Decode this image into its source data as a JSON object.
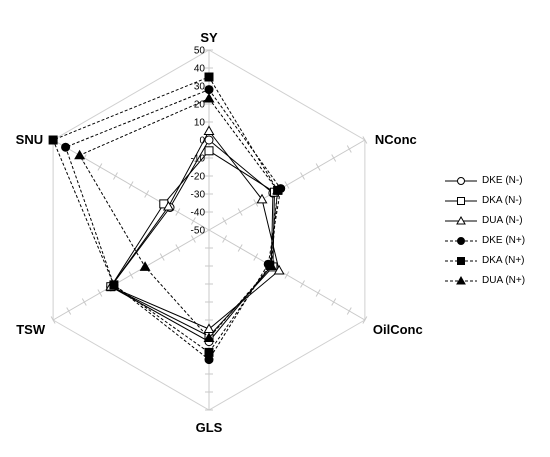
{
  "chart_data": {
    "type": "radar",
    "axes": [
      "SY",
      "NConc",
      "OilConc",
      "GLS",
      "TSW",
      "SNU"
    ],
    "rlim": [
      -50,
      50
    ],
    "ticks": [
      -50,
      -40,
      -30,
      -20,
      -10,
      0,
      10,
      20,
      30,
      40,
      50
    ],
    "grid": true,
    "legend_position": "right",
    "series": [
      {
        "name": "DKE (N-)",
        "line": "solid",
        "marker": "circle",
        "filled": false,
        "values": [
          0,
          -9,
          -10,
          12,
          13,
          -25
        ]
      },
      {
        "name": "DKA (N-)",
        "line": "solid",
        "marker": "square",
        "filled": false,
        "values": [
          -6,
          -8,
          -9,
          9,
          13,
          -21
        ]
      },
      {
        "name": "DUA (N-)",
        "line": "solid",
        "marker": "triangle",
        "filled": false,
        "values": [
          5,
          -16,
          -5,
          5,
          13,
          -24
        ]
      },
      {
        "name": "DKE (N+)",
        "line": "dashed",
        "marker": "circle",
        "filled": true,
        "values": [
          28,
          -4,
          -12,
          22,
          11,
          42
        ]
      },
      {
        "name": "DKA (N+)",
        "line": "dashed",
        "marker": "square",
        "filled": true,
        "values": [
          35,
          -6,
          -11,
          18,
          11,
          50
        ]
      },
      {
        "name": "DUA (N+)",
        "line": "dashed",
        "marker": "triangle",
        "filled": true,
        "values": [
          23,
          -6,
          -10,
          10,
          -9,
          33
        ]
      }
    ]
  }
}
